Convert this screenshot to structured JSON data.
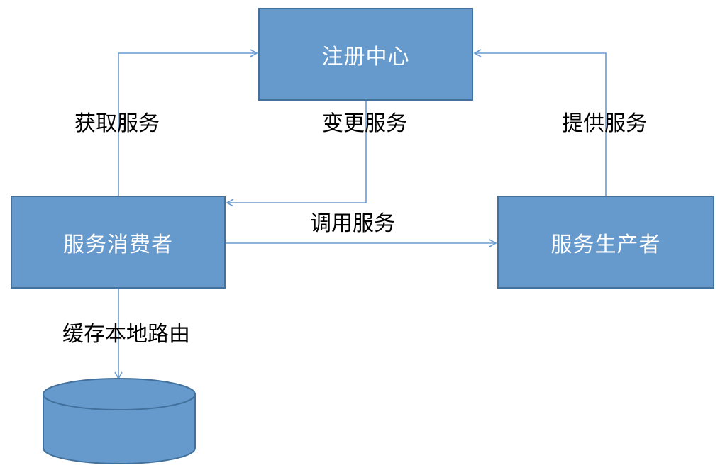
{
  "colors": {
    "box_fill": "#6699cc",
    "box_border": "#41719c",
    "connector": "#6a9bd0",
    "box_text": "#ffffff",
    "label_text": "#000000"
  },
  "nodes": {
    "registry": "注册中心",
    "consumer": "服务消费者",
    "producer": "服务生产者"
  },
  "edges": {
    "get_service": "获取服务",
    "change_service": "变更服务",
    "provide_service": "提供服务",
    "invoke_service": "调用服务",
    "cache_route": "缓存本地路由"
  },
  "icons": {
    "storage": "database-cylinder-icon"
  }
}
